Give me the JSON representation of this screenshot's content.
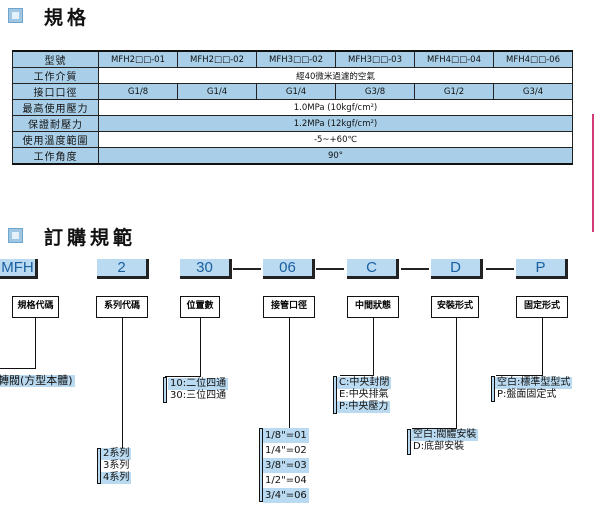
{
  "spec_section": {
    "title": "規格"
  },
  "spec_table": {
    "rows": [
      {
        "header": "型號",
        "cells": [
          "MFH2□□-01",
          "MFH2□□-02",
          "MFH3□□-02",
          "MFH3□□-03",
          "MFH4□□-04",
          "MFH4□□-06"
        ]
      },
      {
        "header": "工作介質",
        "value": "經40微米過濾的空氣"
      },
      {
        "header": "接口口徑",
        "cells": [
          "G1/8",
          "G1/4",
          "G1/4",
          "G3/8",
          "G1/2",
          "G3/4"
        ]
      },
      {
        "header": "最高使用壓力",
        "value": "1.0MPa (10kgf/cm²)"
      },
      {
        "header": "保證耐壓力",
        "value": "1.2MPa (12kgf/cm²)"
      },
      {
        "header": "使用溫度範圍",
        "value": "-5~+60℃"
      },
      {
        "header": "工作角度",
        "value": "90°"
      }
    ]
  },
  "order_section": {
    "title": "訂購規範"
  },
  "order_code": {
    "codes": [
      "MFH",
      "2",
      "30",
      "06",
      "C",
      "D",
      "P"
    ],
    "labels": [
      "規格代碼",
      "系列代碼",
      "位置數",
      "接管口徑",
      "中間狀態",
      "安裝形式",
      "固定形式"
    ],
    "options": {
      "spec": "轉閥(方型本體)",
      "series": [
        "2系列",
        "3系列",
        "4系列"
      ],
      "positions": [
        "10:二位四通",
        "30:三位四通"
      ],
      "port": [
        "1/8\"=01",
        "1/4\"=02",
        "3/8\"=03",
        "1/2\"=04",
        "3/4\"=06"
      ],
      "middle": [
        "C:中央封閉",
        "E:中央排氣",
        "P:中央壓力"
      ],
      "mount": [
        "空白:閥體安裝",
        "D:底部安裝"
      ],
      "fix": [
        "空白:標準型型式",
        "P:盤面固定式"
      ]
    }
  }
}
